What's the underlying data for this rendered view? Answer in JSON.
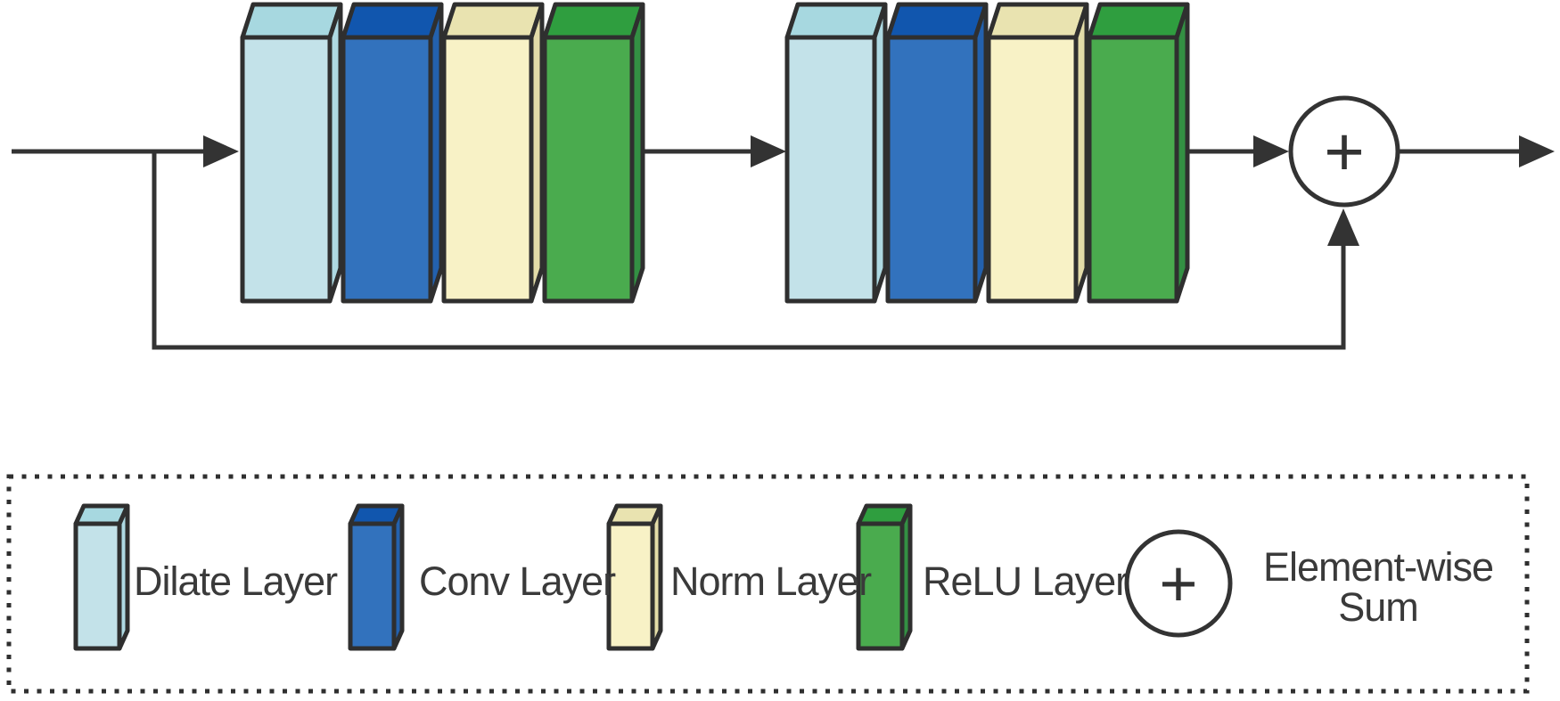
{
  "colors": {
    "background": "#ffffff",
    "outline": "#2f2f2f",
    "arrow": "#333333",
    "text": "#3a3a3a"
  },
  "legend": {
    "items": [
      {
        "id": "dilate",
        "label": "Dilate Layer",
        "front": "#c3e2e9",
        "top": "#a7d8e0",
        "side": "#aed9e2"
      },
      {
        "id": "conv",
        "label": "Conv Layer",
        "front": "#3272bd",
        "top": "#1156ae",
        "side": "#2361ae"
      },
      {
        "id": "norm",
        "label": "Norm Layer",
        "front": "#f8f2c6",
        "top": "#e9e3b0",
        "side": "#e3dca8"
      },
      {
        "id": "relu",
        "label": "ReLU Layer",
        "front": "#4aab4e",
        "top": "#2f9e3f",
        "side": "#339043"
      }
    ],
    "sum_label_line1": "Element-wise",
    "sum_label_line2": "Sum",
    "sum_symbol": "+"
  },
  "diagram": {
    "sum_symbol": "+",
    "blocks": [
      {
        "name": "conv-unit-1",
        "layers": [
          "dilate",
          "conv",
          "norm",
          "relu"
        ]
      },
      {
        "name": "conv-unit-2",
        "layers": [
          "dilate",
          "conv",
          "norm",
          "relu"
        ]
      }
    ]
  }
}
